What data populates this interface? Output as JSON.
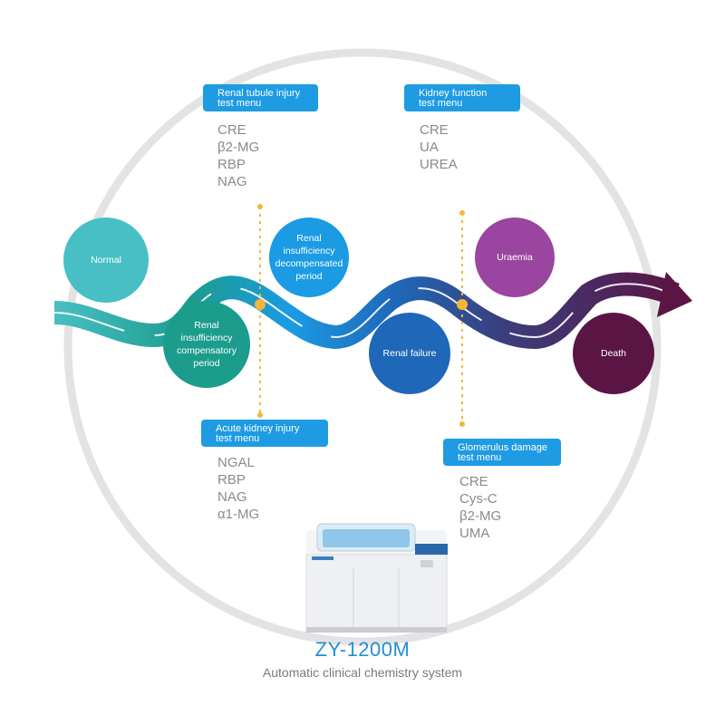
{
  "tags": {
    "tubule": {
      "line1": "Renal tubule injury",
      "line2": "test menu"
    },
    "kidney": {
      "line1": "Kidney function",
      "line2": "test menu"
    },
    "aki": {
      "line1": "Acute kidney injury",
      "line2": "test menu"
    },
    "glomerulus": {
      "line1": "Glomerulus damage",
      "line2": "test menu"
    }
  },
  "tests": {
    "tubule": [
      "CRE",
      "β2-MG",
      "RBP",
      "NAG"
    ],
    "kidney": [
      "CRE",
      "UA",
      "UREA"
    ],
    "aki": [
      "NGAL",
      "RBP",
      "NAG",
      "α1-MG"
    ],
    "glomerulus": [
      "CRE",
      "Cys-C",
      "β2-MG",
      "UMA"
    ]
  },
  "stages": {
    "normal": "Normal",
    "compensatory": "Renal insufficiency compensatory period",
    "decompensated": "Renal insufficiency decompensated period",
    "failure": "Renal failure",
    "uraemia": "Uraemia",
    "death": "Death"
  },
  "colors": {
    "normal": "#48bfc4",
    "compensatory": "#1c9c8d",
    "decompensated": "#1a9be3",
    "failure": "#1f67b8",
    "uraemia": "#9a45a0",
    "death": "#5a1545",
    "ring": "#e3e3e3",
    "tag": "#1e9be3",
    "marker": "#f4b638"
  },
  "icons": {
    "analyzer": "analyzer-machine-icon",
    "arrow": "arrow-right-icon"
  },
  "product": {
    "model": "ZY-1200M",
    "subtitle": "Automatic clinical chemistry system"
  }
}
